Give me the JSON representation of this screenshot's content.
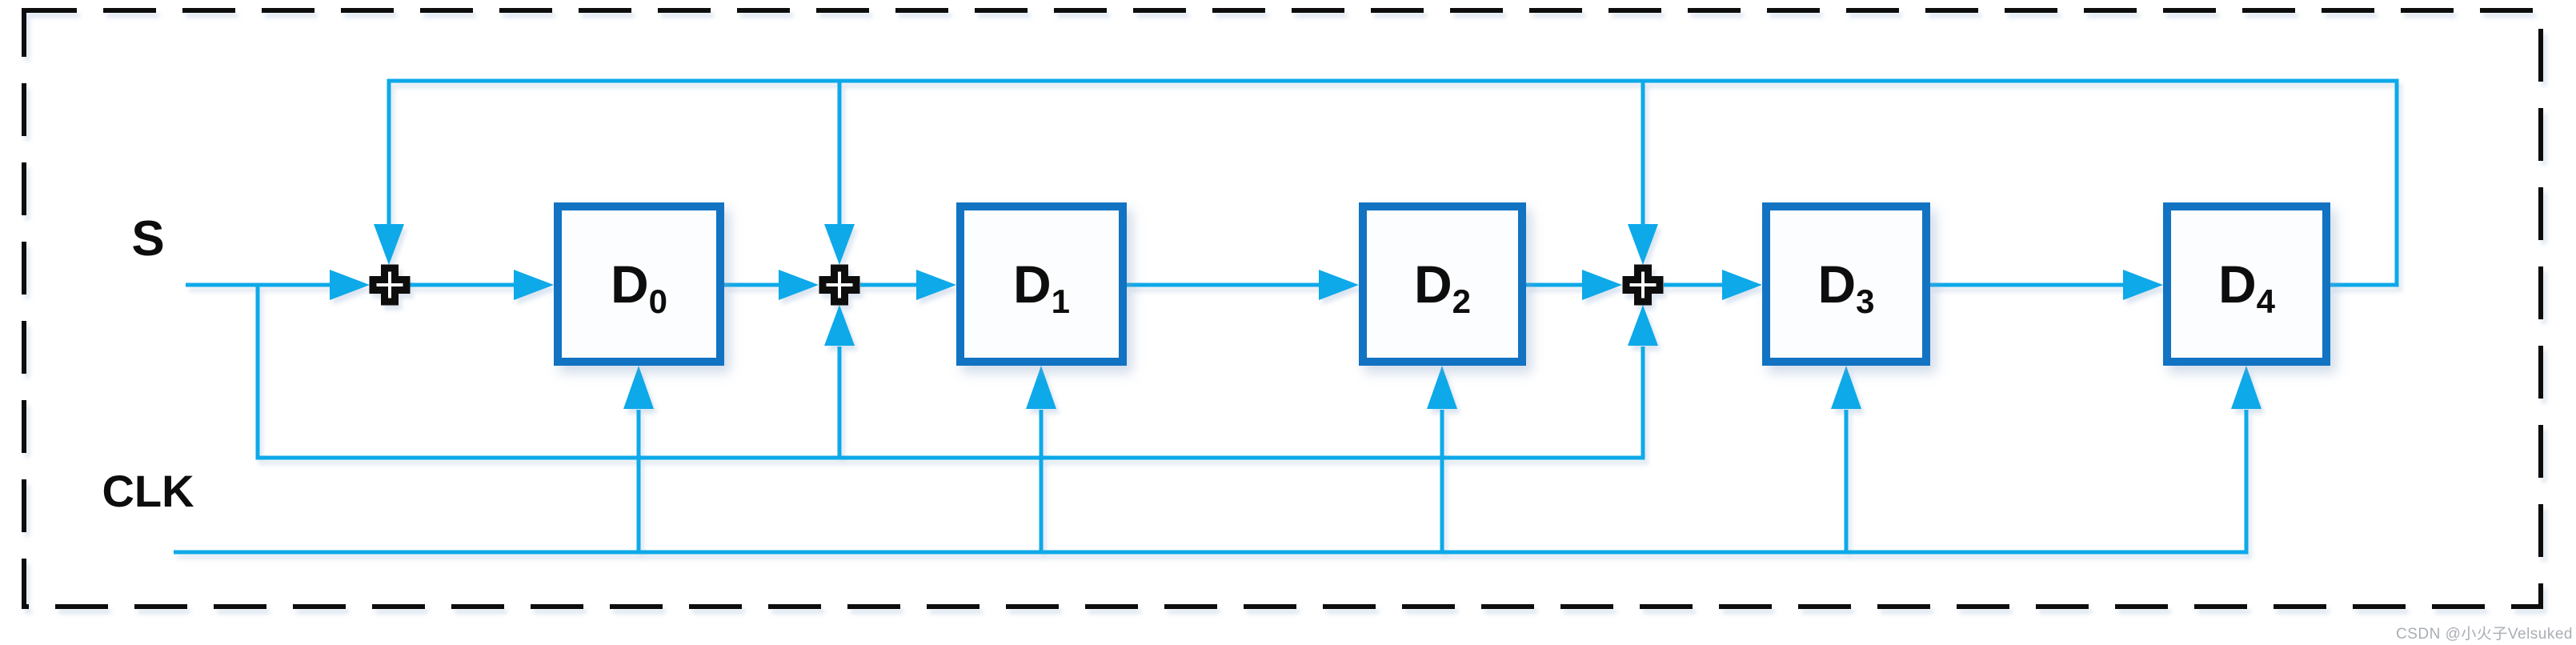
{
  "labels": {
    "input": "S",
    "clock": "CLK"
  },
  "flipflops": [
    {
      "base": "D",
      "sub": "0"
    },
    {
      "base": "D",
      "sub": "1"
    },
    {
      "base": "D",
      "sub": "2"
    },
    {
      "base": "D",
      "sub": "3"
    },
    {
      "base": "D",
      "sub": "4"
    }
  ],
  "gates": {
    "xor_symbol": "+",
    "xor_count": 3
  },
  "watermark": {
    "text": "CSDN @小火子Velsuked"
  },
  "colors": {
    "accent": "#0DA9E9",
    "box-border": "#1173C2",
    "box-fill": "#FCFDFF",
    "ink": "#0D0D0D",
    "watermark-gray": "#A9AEB5",
    "background": "#FFFFFF"
  }
}
